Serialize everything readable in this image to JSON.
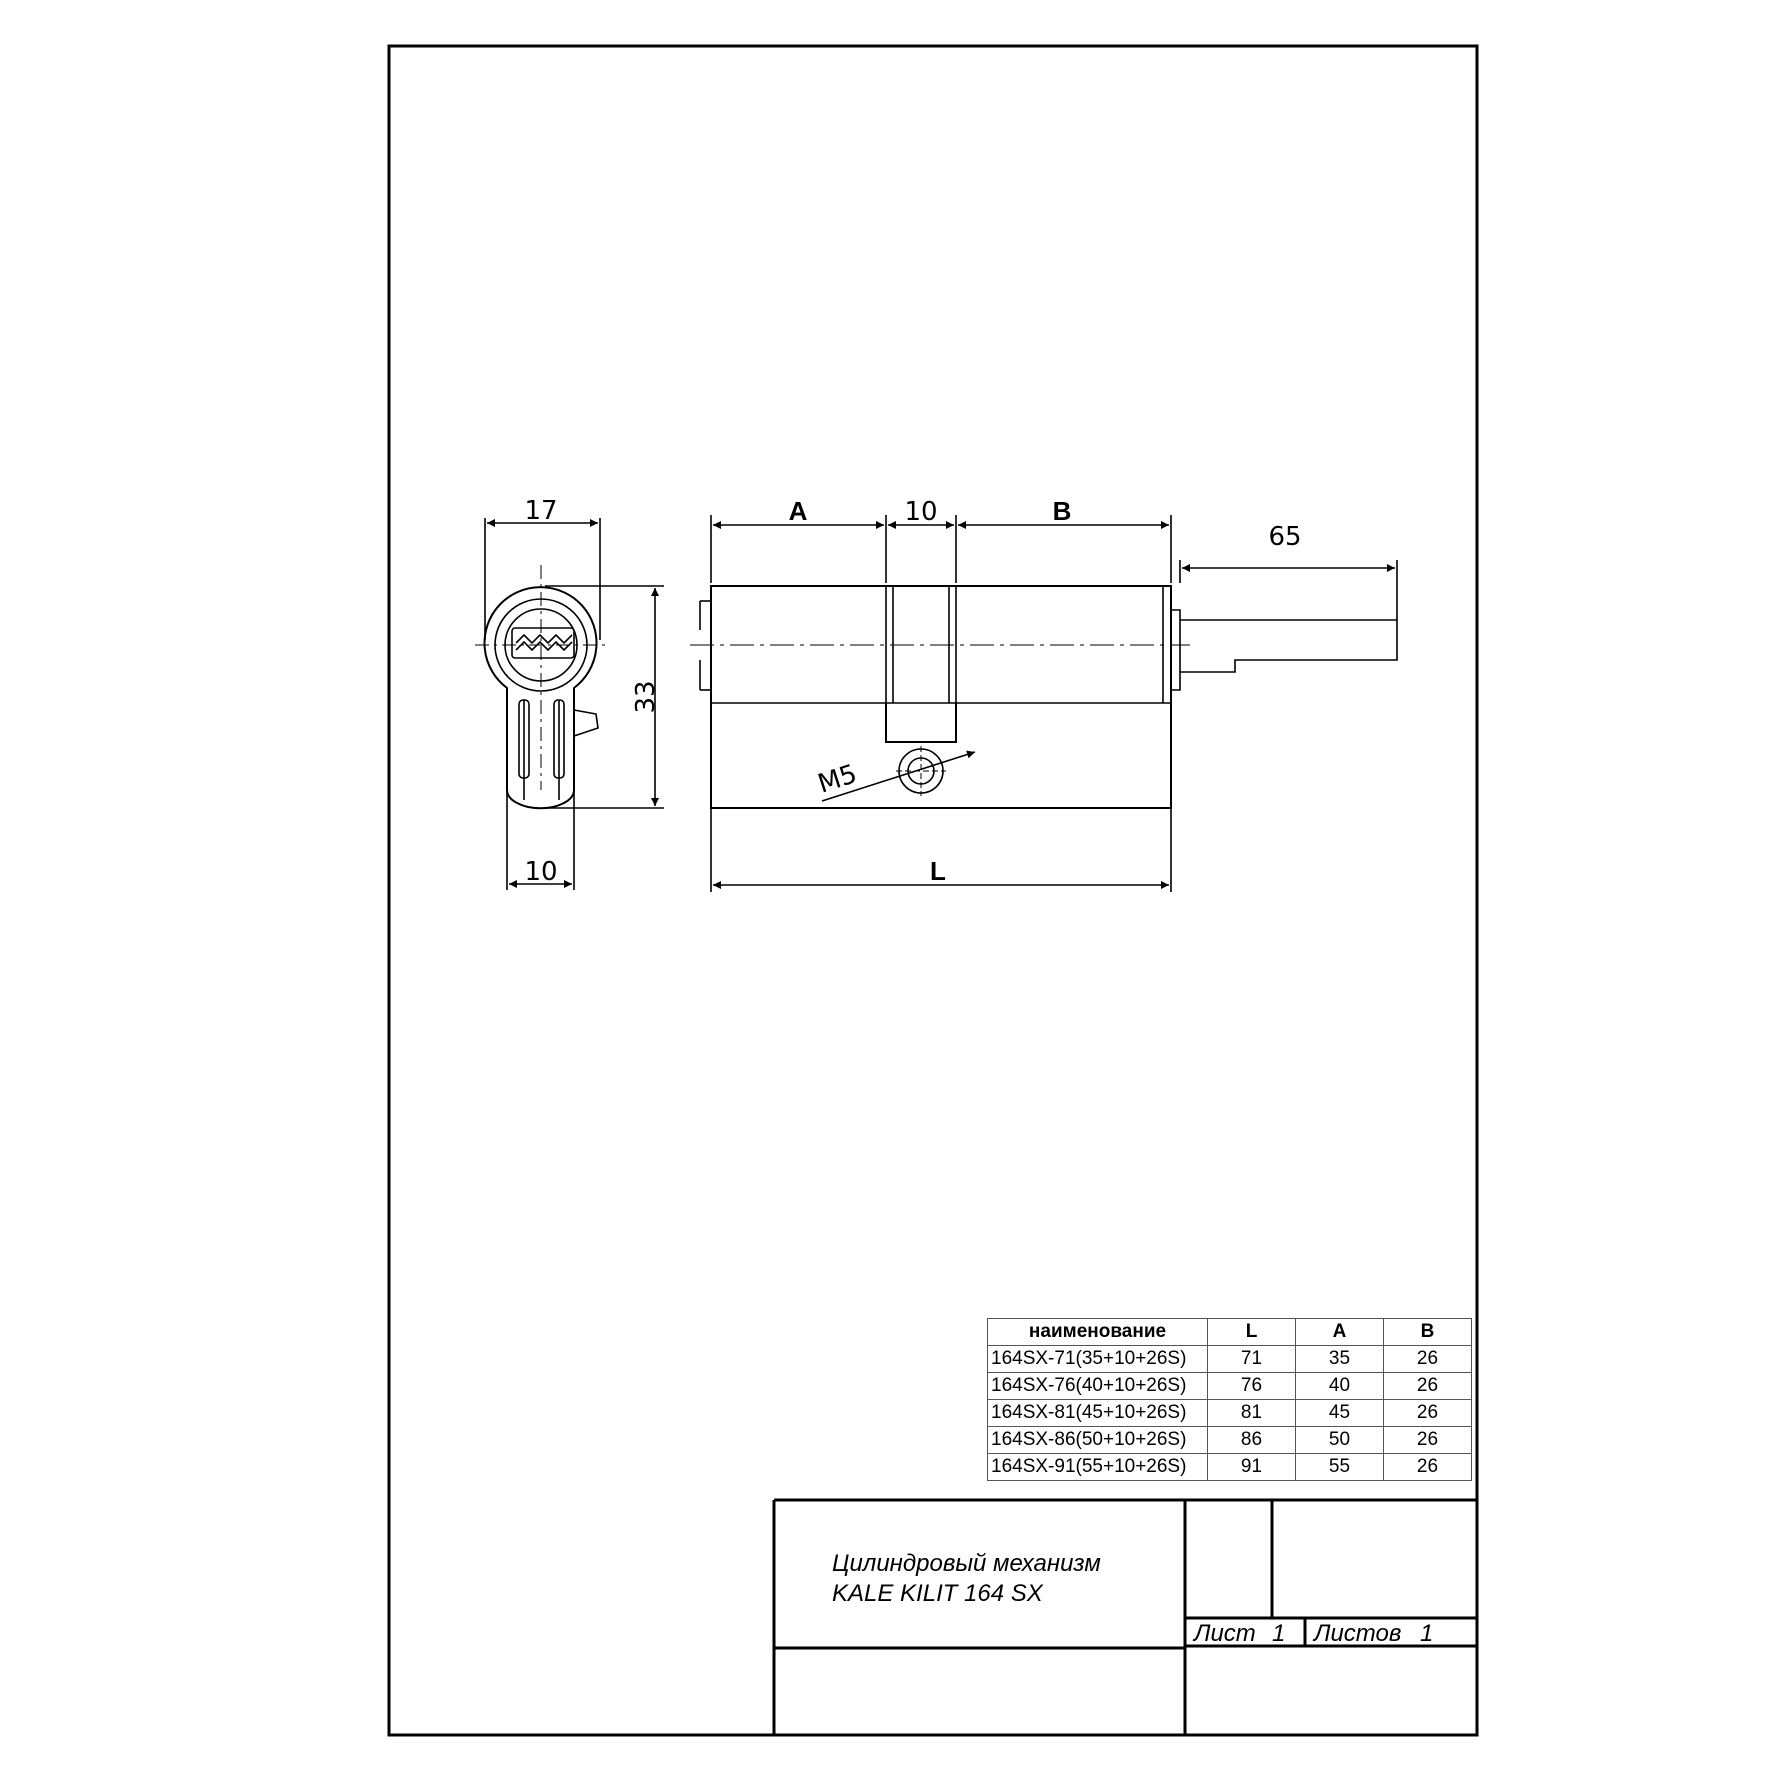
{
  "dimensions": {
    "front_width": "17",
    "front_height": "33",
    "front_bottom": "10",
    "side_a": "A",
    "side_center": "10",
    "side_b": "B",
    "side_shaft": "65",
    "thread": "M5",
    "side_total": "L"
  },
  "table": {
    "headers": [
      "наименование",
      "L",
      "A",
      "B"
    ],
    "rows": [
      [
        "164SX-71(35+10+26S)",
        "71",
        "35",
        "26"
      ],
      [
        "164SX-76(40+10+26S)",
        "76",
        "40",
        "26"
      ],
      [
        "164SX-81(45+10+26S)",
        "81",
        "45",
        "26"
      ],
      [
        "164SX-86(50+10+26S)",
        "86",
        "50",
        "26"
      ],
      [
        "164SX-91(55+10+26S)",
        "91",
        "55",
        "26"
      ]
    ]
  },
  "title_block": {
    "title_line1": "Цилиндровый механизм",
    "title_line2": "KALE KILIT 164 SX",
    "sheet_label": "Лист",
    "sheet_value": "1",
    "sheets_label": "Листов",
    "sheets_value": "1"
  }
}
